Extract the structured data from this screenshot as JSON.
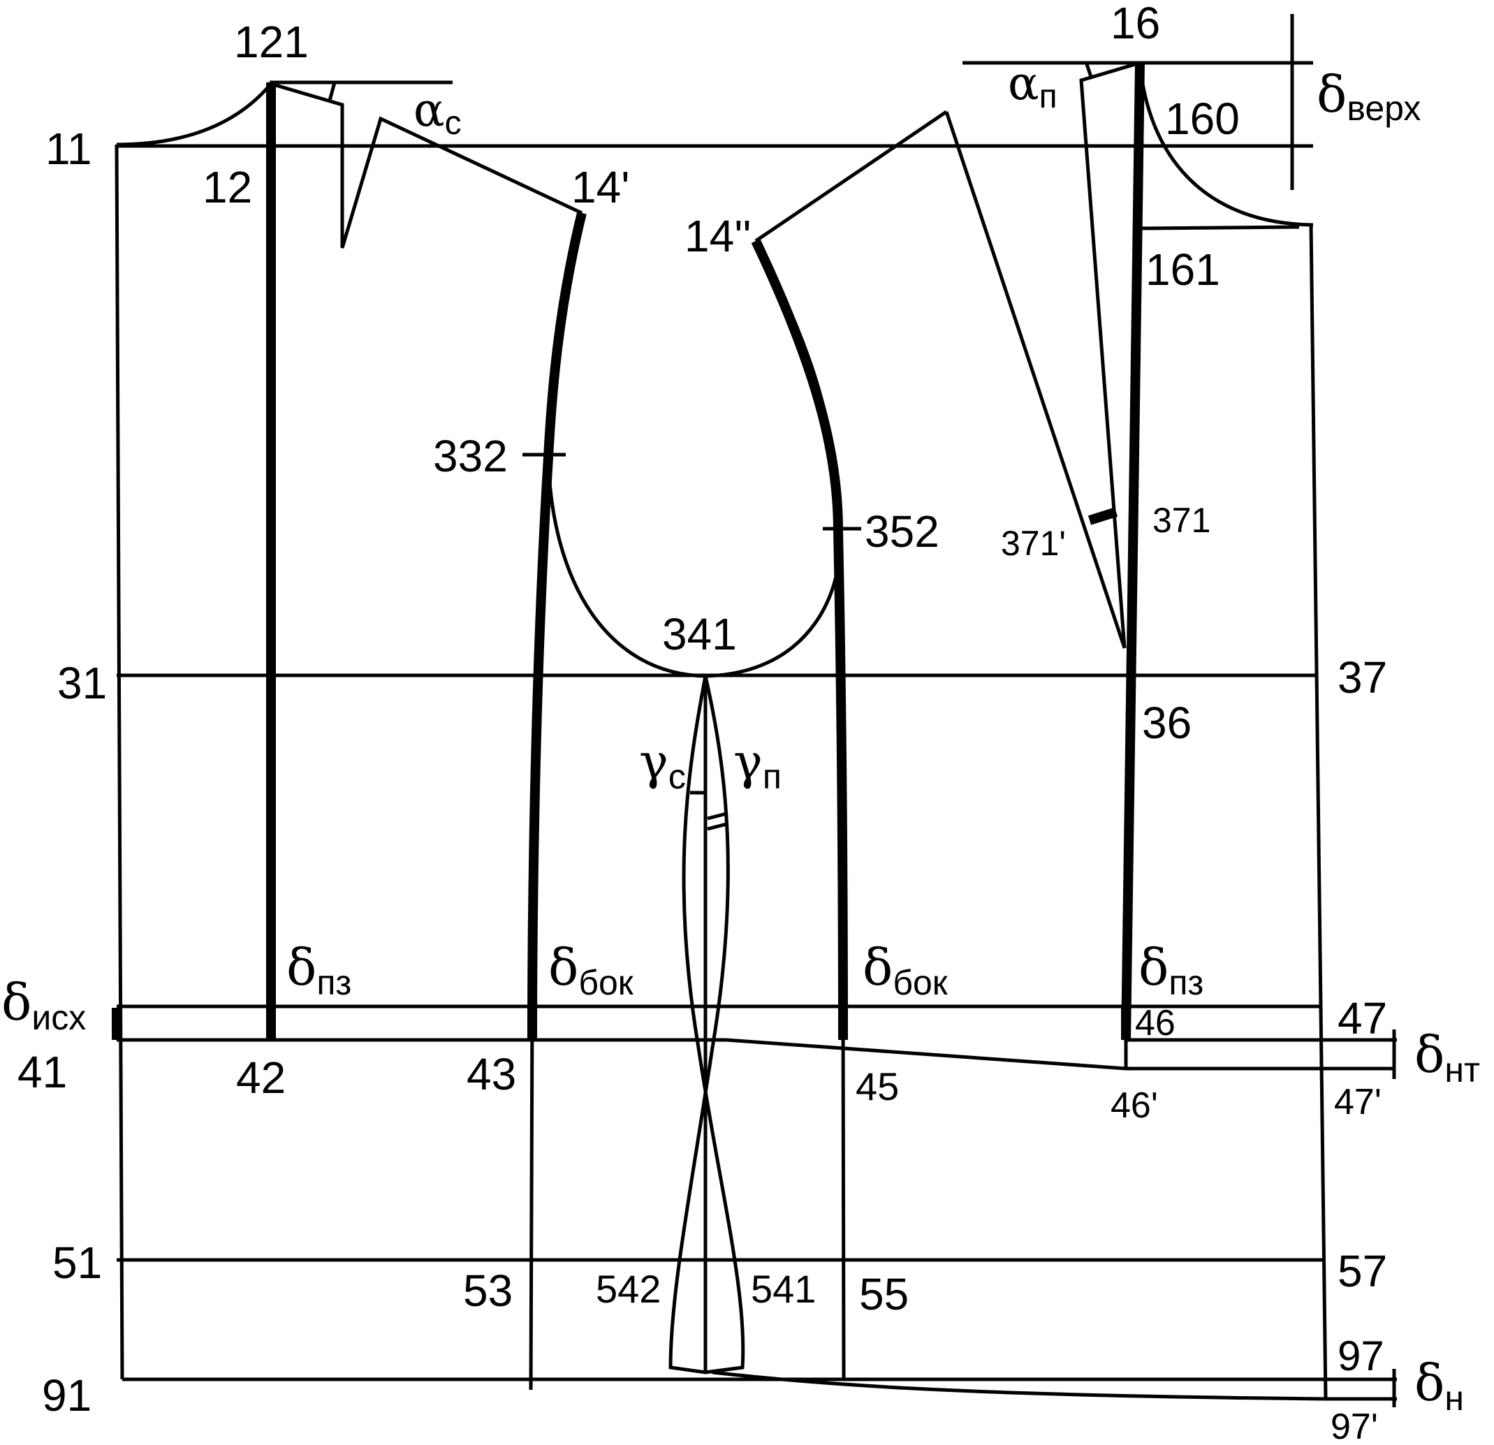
{
  "labels": {
    "p121": "121",
    "p11": "11",
    "p12": "12",
    "p14a": "14'",
    "p14b": "14''",
    "p16": "16",
    "p160": "160",
    "p161": "161",
    "p332": "332",
    "p352": "352",
    "p371a": "371'",
    "p371": "371",
    "p341": "341",
    "p31": "31",
    "p37": "37",
    "p36": "36",
    "p41": "41",
    "p42": "42",
    "p43": "43",
    "p45": "45",
    "p46": "46",
    "p46a": "46'",
    "p47": "47",
    "p47a": "47'",
    "p51": "51",
    "p53": "53",
    "p542": "542",
    "p541": "541",
    "p55": "55",
    "p57": "57",
    "p91": "91",
    "p97": "97",
    "p97a": "97'"
  },
  "symbols": {
    "alpha_c": {
      "base": "α",
      "sub": "с"
    },
    "alpha_p": {
      "base": "α",
      "sub": "п"
    },
    "delta_top": {
      "base": "δ",
      "sub": "верх"
    },
    "gamma_c": {
      "base": "γ",
      "sub": "с"
    },
    "gamma_p": {
      "base": "γ",
      "sub": "п"
    },
    "delta_pz_left": {
      "base": "δ",
      "sub": "пз"
    },
    "delta_bok_left": {
      "base": "δ",
      "sub": "бок"
    },
    "delta_bok_right": {
      "base": "δ",
      "sub": "бок"
    },
    "delta_pz_right": {
      "base": "δ",
      "sub": "пз"
    },
    "delta_isx": {
      "base": "δ",
      "sub": "исх"
    },
    "delta_nt": {
      "base": "δ",
      "sub": "нт"
    },
    "delta_n": {
      "base": "δ",
      "sub": "н"
    }
  }
}
